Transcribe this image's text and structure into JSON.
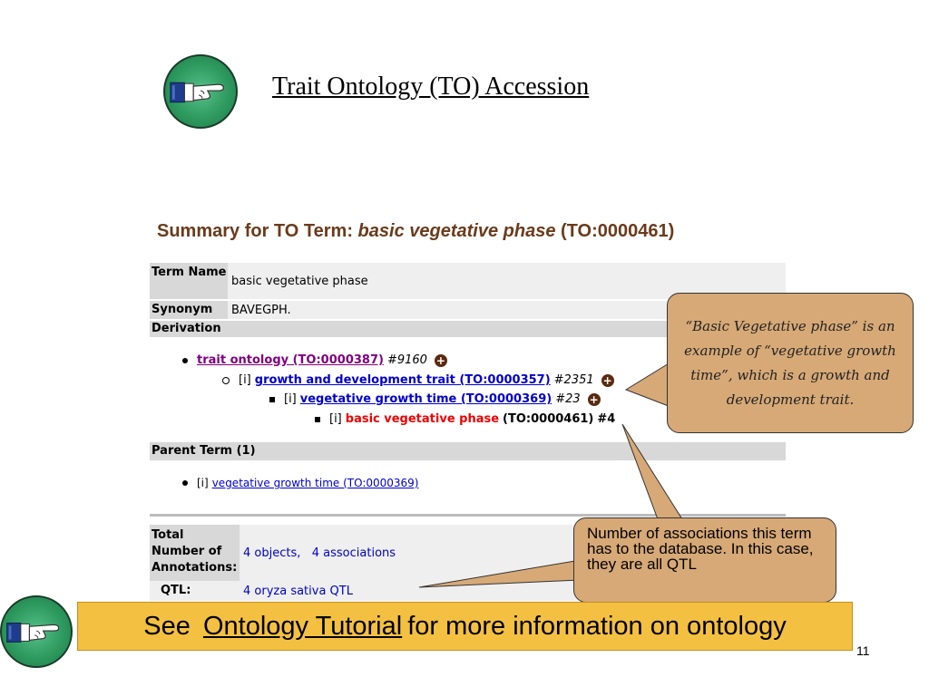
{
  "slide": {
    "title": "Trait Ontology (TO) Accession",
    "page_number": "11"
  },
  "summary": {
    "heading_prefix": "Summary for TO Term: ",
    "heading_term": "basic vegetative phase",
    "heading_id": " (TO:0000461)"
  },
  "table": {
    "term_name_label": "Term Name",
    "term_name_value": "basic vegetative phase",
    "synonym_label": "Synonym",
    "synonym_value": "BAVEGPH.",
    "derivation_label": "Derivation",
    "parent_term_label": "Parent Term (1)",
    "total_label": "Total Number of Annotations:",
    "total_value": "4 objects,   4 associations",
    "qtl_label": "QTL:",
    "qtl_value": "4 oryza sativa QTL"
  },
  "derivation": {
    "level1_link": "trait ontology (TO:0000387)",
    "level1_count": "#9160",
    "level2_prefix": "[i]",
    "level2_link": "growth and development trait (TO:0000357)",
    "level2_count": "#2351",
    "level3_prefix": "[i]",
    "level3_link": "vegetative growth time (TO:0000369)",
    "level3_count": "#23",
    "level4_prefix": "[i]",
    "level4_term": "basic vegetative phase",
    "level4_id": "(TO:0000461)",
    "level4_count": "#4"
  },
  "parent": {
    "prefix": "[i]",
    "link": "vegetative growth time (TO:0000369)"
  },
  "callouts": {
    "vegetative_note": "“Basic Vegetative phase” is an example of “vegetative growth time”, which is a growth and development trait.",
    "associations_note": "Number of associations this term has to the database. In this case, they are all QTL"
  },
  "banner": {
    "prefix": "See ",
    "link": "Ontology Tutorial ",
    "suffix": "for more information on ontology"
  },
  "colors": {
    "callout_bg": "#d7a977",
    "banner_bg": "#f4c042",
    "heading_brown": "#6b3a1a",
    "link_blue": "#0000cc",
    "term_red": "#ee0000"
  },
  "icons": [
    "pointing-hand-icon",
    "plus-expand-icon"
  ]
}
